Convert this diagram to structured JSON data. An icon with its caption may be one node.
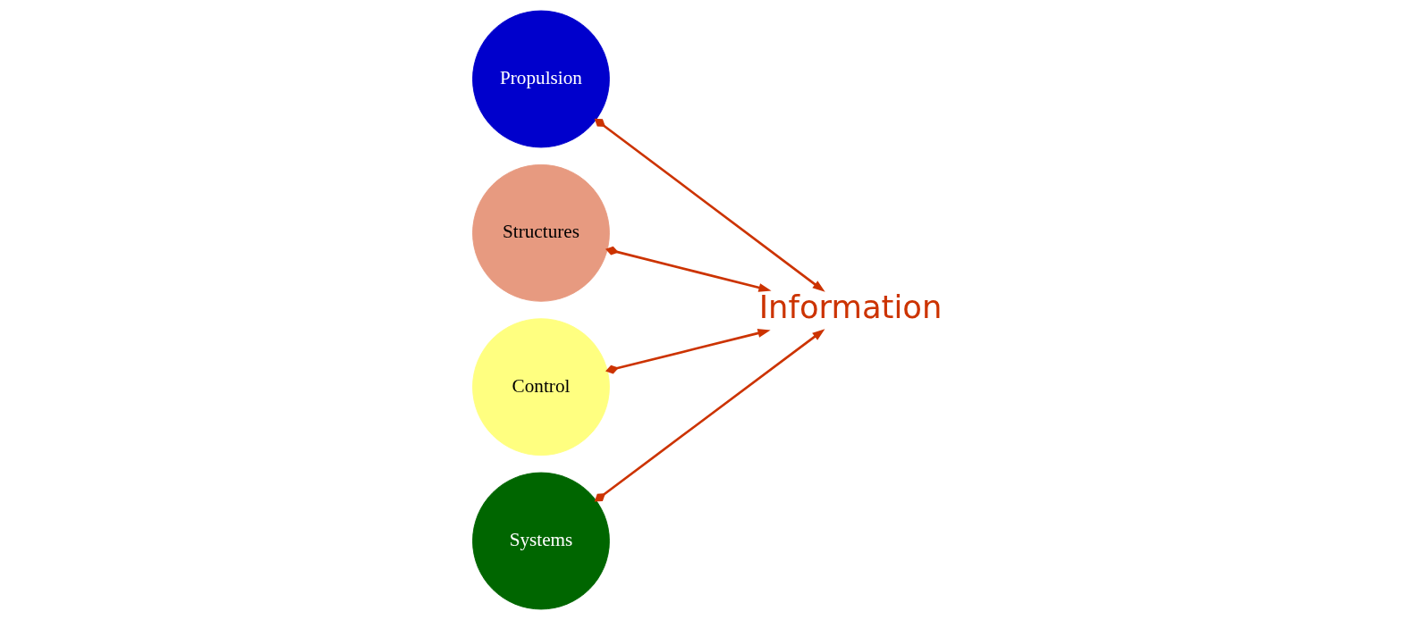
{
  "diagram": {
    "nodes": [
      {
        "text": [
          "Propulsion"
        ]
      },
      {
        "text": [
          "Structures"
        ]
      },
      {
        "text": [
          "Control"
        ]
      },
      {
        "text": [
          "Systems"
        ]
      },
      {
        "text": [
          "Information"
        ]
      }
    ],
    "edges": [
      {
        "from": 1,
        "to": 4,
        "arrow": "to"
      },
      {
        "from": 0,
        "to": 4,
        "arrow": "to"
      },
      {
        "from": 3,
        "to": 4,
        "arrow": "to"
      },
      {
        "from": 2,
        "to": 4,
        "arrow": "to"
      }
    ]
  }
}
